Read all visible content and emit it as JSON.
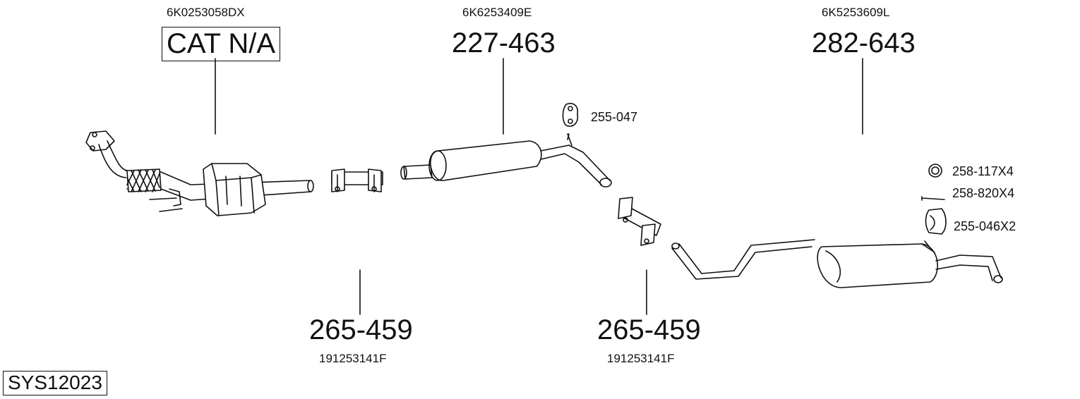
{
  "diagram": {
    "system_code": "SYS12023",
    "parts": [
      {
        "oem": "6K0253058DX",
        "part_no": "CAT N/A"
      },
      {
        "oem": "6K6253409E",
        "part_no": "227-463"
      },
      {
        "oem": "6K5253609L",
        "part_no": "282-643"
      },
      {
        "oem": "191253141F",
        "part_no": "265-459"
      },
      {
        "oem": "191253141F",
        "part_no": "265-459"
      }
    ],
    "accessories": [
      {
        "part_no": "255-047"
      },
      {
        "part_no": "258-117X4"
      },
      {
        "part_no": "258-820X4"
      },
      {
        "part_no": "255-046X2"
      }
    ]
  }
}
